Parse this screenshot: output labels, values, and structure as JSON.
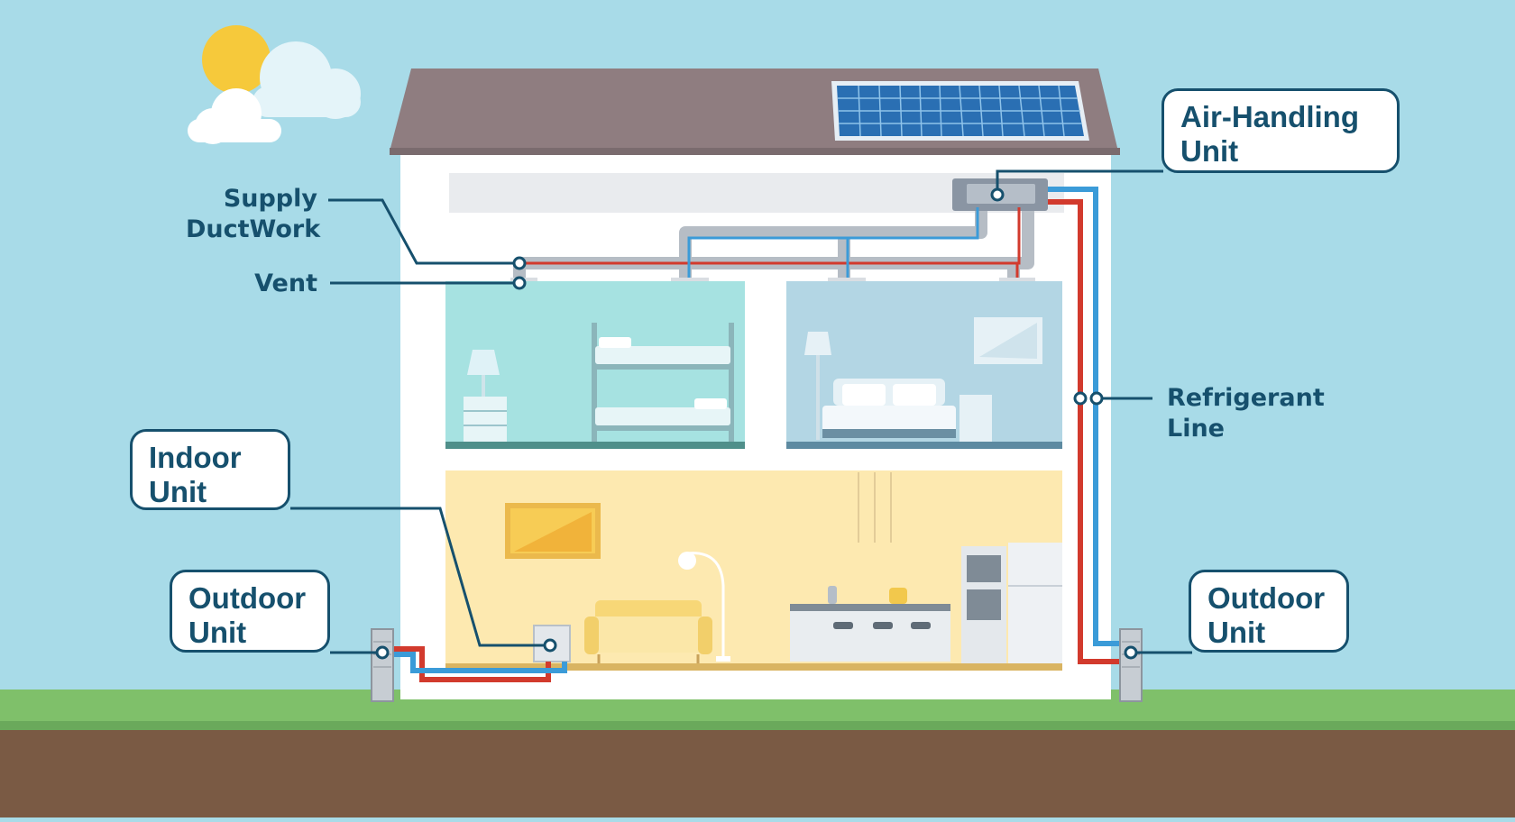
{
  "diagram": {
    "labels": {
      "supply_ductwork": "Supply\nDuctWork",
      "vent": "Vent",
      "refrigerant_line": "Refrigerant\nLine",
      "air_handling_unit": "Air-Handling\nUnit",
      "indoor_unit": "Indoor\nUnit",
      "outdoor_unit_left": "Outdoor\nUnit",
      "outdoor_unit_right": "Outdoor\nUnit"
    },
    "colors": {
      "sky": "#a8dbe8",
      "roof": "#8f7d80",
      "label_text": "#16506d",
      "supply_pipe": "#d23a2d",
      "return_pipe": "#3b9bd8",
      "grass": "#7fc06a",
      "soil": "#7a5a44",
      "solar_panel": "#2a6fb3"
    },
    "icons": [
      "sun-icon",
      "cloud-icon",
      "solar-panel-icon",
      "bunk-bed-icon",
      "bed-icon",
      "lamp-icon",
      "sofa-icon",
      "kitchen-icon",
      "fridge-icon",
      "oven-icon"
    ]
  }
}
